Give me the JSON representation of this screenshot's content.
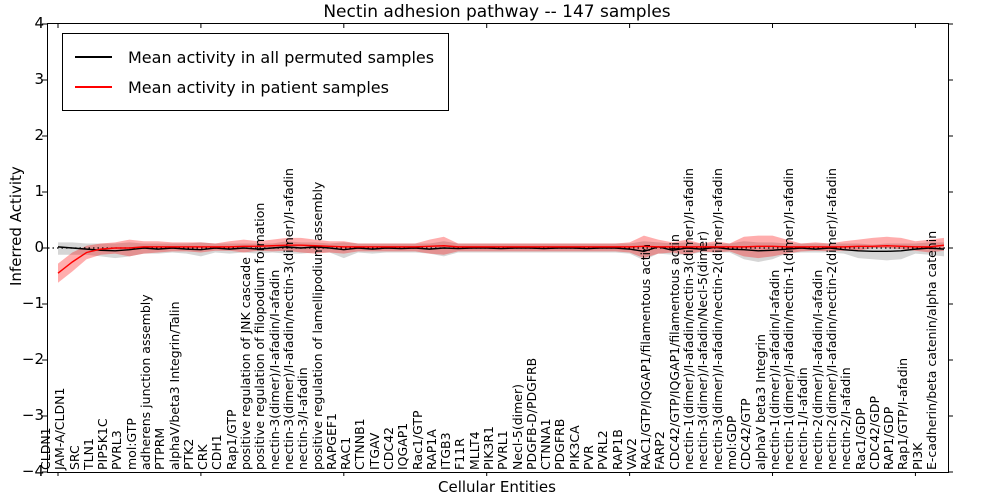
{
  "chart_data": {
    "type": "line",
    "title": "Nectin adhesion pathway -- 147 samples",
    "xlabel": "Cellular Entities",
    "ylabel": "Inferred Activity",
    "ylim": [
      -4,
      4
    ],
    "ytick_labels": [
      "4",
      "3",
      "2",
      "1",
      "0",
      "−1",
      "−2",
      "−3",
      "−4"
    ],
    "x_major_tick_every": 10,
    "grid": false,
    "legend_position": "upper left",
    "zero_line": {
      "style": "dotted",
      "y": 0,
      "color": "#000000"
    },
    "categories": [
      "CLDN1",
      "JAM-A/CLDN1",
      "SRC",
      "TLN1",
      "PIP5K1C",
      "PVRL3",
      "mol:GTP",
      "adherens junction assembly",
      "PTPRM",
      "alphaV/beta3 Integrin/Talin",
      "PTK2",
      "CRK",
      "CDH1",
      "Rap1/GTP",
      "positive regulation of JNK cascade",
      "positive regulation of filopodium formation",
      "nectin-3(dimer)/I-afadin/I-afadin",
      "nectin-3(dimer)/I-afadin/nectin-3(dimer)/I-afadin",
      "nectin-3/I-afadin",
      "positive regulation of lamellipodium assembly",
      "RAPGEF1",
      "RAC1",
      "CTNNB1",
      "ITGAV",
      "CDC42",
      "IQGAP1",
      "Rac1/GTP",
      "RAP1A",
      "ITGB3",
      "F11R",
      "MLLT4",
      "PIK3R1",
      "PVRL1",
      "Necl-5(dimer)",
      "PDGFB-D/PDGFRB",
      "CTNNA1",
      "PDGFRB",
      "PIK3CA",
      "PVR",
      "PVRL2",
      "RAP1B",
      "VAV2",
      "RAC1/GTP/IQGAP1/filamentous actin",
      "FARP2",
      "CDC42/GTP/IQGAP1/filamentous actin",
      "nectin-1(dimer)/I-afadin/nectin-3(dimer)/I-afadin",
      "nectin-3(dimer)/I-afadin/Necl-5(dimer)",
      "nectin-3(dimer)/I-afadin/nectin-2(dimer)/I-afadin",
      "mol:GDP",
      "CDC42/GTP",
      "alphaV beta3 Integrin",
      "nectin-1(dimer)/I-afadin/I-afadin",
      "nectin-1(dimer)/I-afadin/nectin-1(dimer)/I-afadin",
      "nectin-1/I-afadin",
      "nectin-2(dimer)/I-afadin/I-afadin",
      "nectin-2(dimer)/I-afadin/nectin-2(dimer)/I-afadin",
      "nectin-2/I-afadin",
      "Rac1/GDP",
      "CDC42/GDP",
      "RAP1/GDP",
      "Rap1/GTP/I-afadin",
      "PI3K",
      "E-cadherin/beta catenin/alpha catenin"
    ],
    "series": [
      {
        "name": "Mean activity in all permuted samples",
        "color": "#000000",
        "band_color": "rgba(0,0,0,0.16)",
        "values": [
          0.02,
          0,
          -0.02,
          -0.04,
          -0.05,
          -0.03,
          0,
          -0.02,
          0,
          -0.02,
          -0.03,
          0,
          -0.02,
          0,
          -0.02,
          0,
          0.02,
          0,
          0.02,
          0,
          -0.03,
          0,
          -0.02,
          0,
          -0.01,
          0,
          -0.02,
          0,
          -0.01,
          0,
          0,
          -0.01,
          0,
          0,
          -0.01,
          0,
          0,
          -0.01,
          0,
          0,
          -0.02,
          -0.06,
          0.02,
          -0.04,
          0,
          -0.02,
          0.01,
          -0.02,
          -0.03,
          -0.05,
          -0.04,
          -0.02,
          0,
          -0.02,
          0,
          -0.03,
          -0.05,
          -0.06,
          -0.06,
          -0.05,
          -0.02,
          0,
          -0.02
        ],
        "band_upper": [
          0.1,
          0.1,
          0.08,
          0.08,
          0.08,
          0.1,
          0.08,
          0.08,
          0.08,
          0.08,
          0.1,
          0.08,
          0.08,
          0.08,
          0.08,
          0.08,
          0.12,
          0.1,
          0.1,
          0.08,
          0.1,
          0.08,
          0.08,
          0.08,
          0.08,
          0.08,
          0.08,
          0.12,
          0.08,
          0.08,
          0.08,
          0.08,
          0.08,
          0.08,
          0.08,
          0.08,
          0.08,
          0.08,
          0.08,
          0.08,
          0.08,
          0.12,
          0.1,
          0.08,
          0.1,
          0.08,
          0.08,
          0.08,
          0.12,
          0.1,
          0.1,
          0.08,
          0.08,
          0.08,
          0.08,
          0.08,
          0.08,
          0.06,
          0.08,
          0.08,
          0.08,
          0.1,
          0.1
        ],
        "band_lower": [
          -0.12,
          -0.12,
          -0.12,
          -0.15,
          -0.18,
          -0.15,
          -0.1,
          -0.1,
          -0.08,
          -0.1,
          -0.15,
          -0.08,
          -0.1,
          -0.08,
          -0.1,
          -0.08,
          -0.1,
          -0.1,
          -0.08,
          -0.08,
          -0.18,
          -0.08,
          -0.1,
          -0.08,
          -0.08,
          -0.08,
          -0.1,
          -0.15,
          -0.08,
          -0.08,
          -0.08,
          -0.08,
          -0.08,
          -0.08,
          -0.08,
          -0.08,
          -0.08,
          -0.08,
          -0.08,
          -0.08,
          -0.1,
          -0.22,
          -0.1,
          -0.12,
          -0.12,
          -0.08,
          -0.08,
          -0.08,
          -0.2,
          -0.25,
          -0.2,
          -0.1,
          -0.08,
          -0.08,
          -0.08,
          -0.1,
          -0.18,
          -0.2,
          -0.22,
          -0.2,
          -0.1,
          -0.12,
          -0.15
        ]
      },
      {
        "name": "Mean activity in patient samples",
        "color": "#ff0000",
        "band_color": "rgba(255,0,0,0.32)",
        "values": [
          -0.45,
          -0.25,
          -0.08,
          -0.02,
          0,
          0,
          0.02,
          0.02,
          0.02,
          0.02,
          0.02,
          0.02,
          0.02,
          0.03,
          0.03,
          0.04,
          0.05,
          0.05,
          0.04,
          0.03,
          0.02,
          0.02,
          0.02,
          0.02,
          0.02,
          0.02,
          0.03,
          0.04,
          0.02,
          0.02,
          0.02,
          0.02,
          0.02,
          0.02,
          0.02,
          0.02,
          0.02,
          0.02,
          0.02,
          0.02,
          0.02,
          0.03,
          0.02,
          0.02,
          0.02,
          0.02,
          0.02,
          0.02,
          0.02,
          0.03,
          0.03,
          0.02,
          0.02,
          0.02,
          0.02,
          0.02,
          0.03,
          0.03,
          0.04,
          0.03,
          0.02,
          0.02,
          0.05
        ],
        "band_upper": [
          -0.28,
          -0.08,
          0.04,
          0.08,
          0.1,
          0.15,
          0.12,
          0.12,
          0.1,
          0.1,
          0.1,
          0.08,
          0.12,
          0.15,
          0.12,
          0.15,
          0.18,
          0.18,
          0.15,
          0.12,
          0.12,
          0.08,
          0.08,
          0.08,
          0.08,
          0.08,
          0.15,
          0.2,
          0.08,
          0.08,
          0.08,
          0.08,
          0.08,
          0.08,
          0.08,
          0.08,
          0.08,
          0.08,
          0.08,
          0.08,
          0.1,
          0.22,
          0.15,
          0.1,
          0.15,
          0.08,
          0.12,
          0.08,
          0.2,
          0.22,
          0.22,
          0.15,
          0.08,
          0.1,
          0.08,
          0.12,
          0.15,
          0.18,
          0.2,
          0.18,
          0.12,
          0.15,
          0.18
        ],
        "band_lower": [
          -0.62,
          -0.42,
          -0.2,
          -0.12,
          -0.1,
          -0.15,
          -0.1,
          -0.08,
          -0.06,
          -0.06,
          -0.08,
          -0.05,
          -0.05,
          -0.08,
          -0.05,
          -0.06,
          -0.05,
          -0.08,
          -0.1,
          -0.08,
          -0.1,
          -0.06,
          -0.06,
          -0.06,
          -0.06,
          -0.06,
          -0.1,
          -0.12,
          -0.06,
          -0.06,
          -0.06,
          -0.06,
          -0.06,
          -0.06,
          -0.06,
          -0.06,
          -0.06,
          -0.06,
          -0.06,
          -0.06,
          -0.08,
          -0.18,
          -0.1,
          -0.08,
          -0.12,
          -0.06,
          -0.08,
          -0.06,
          -0.15,
          -0.18,
          -0.15,
          -0.1,
          -0.06,
          -0.05,
          -0.06,
          -0.05,
          -0.05,
          0,
          0,
          -0.02,
          -0.05,
          -0.08,
          -0.05
        ]
      }
    ]
  }
}
